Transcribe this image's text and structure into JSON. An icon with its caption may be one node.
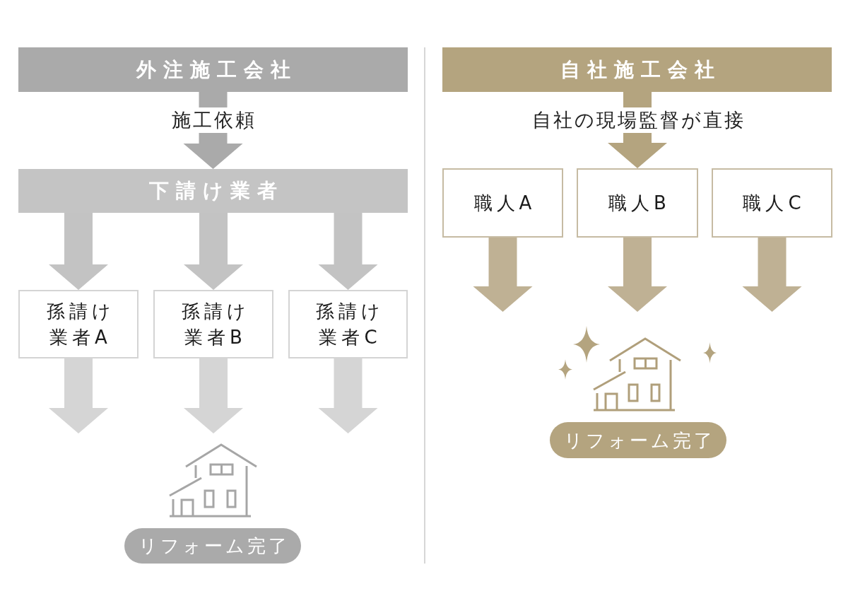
{
  "diagram": {
    "nodes": [
      {
        "text": [
          "外注施工会社"
        ]
      },
      {
        "text": [
          "下請け業者"
        ]
      },
      {
        "text": [
          "孫請け業者A"
        ]
      },
      {
        "text": [
          "孫請け業者B"
        ]
      },
      {
        "text": [
          "孫請け業者C"
        ]
      },
      {
        "text": [],
        "shape": "picture"
      },
      {
        "text": [
          "リフォーム完了"
        ]
      },
      {
        "text": [
          "自社施工会社"
        ]
      },
      {
        "text": [
          "職人A"
        ]
      },
      {
        "text": [
          "職人B"
        ]
      },
      {
        "text": [
          "職人C"
        ]
      },
      {
        "text": [],
        "shape": "picture"
      },
      {
        "text": [
          "リフォーム完了"
        ]
      }
    ],
    "edges": [
      {
        "from": 0,
        "to": 1,
        "arrow": "to",
        "label": "施工依頼",
        "color": "#aaaaaa"
      },
      {
        "from": 1,
        "to": 2,
        "arrow": "to",
        "color": "#c3c3c3"
      },
      {
        "from": 1,
        "to": 3,
        "arrow": "to",
        "color": "#c3c3c3"
      },
      {
        "from": 1,
        "to": 4,
        "arrow": "to",
        "color": "#c3c3c3"
      },
      {
        "from": 2,
        "to": null,
        "arrow": "to",
        "color": "#d5d5d5"
      },
      {
        "from": 3,
        "to": null,
        "arrow": "to",
        "color": "#d5d5d5"
      },
      {
        "from": 4,
        "to": null,
        "arrow": "to",
        "color": "#d5d5d5"
      },
      {
        "from": 7,
        "to": 9,
        "arrow": "to",
        "label": "自社の現場監督が直接",
        "color": "#b4a47f"
      },
      {
        "from": 8,
        "to": null,
        "arrow": "to",
        "color": "#bfb194"
      },
      {
        "from": 9,
        "to": null,
        "arrow": "to",
        "color": "#bfb194"
      },
      {
        "from": 10,
        "to": null,
        "arrow": "to",
        "color": "#bfb194"
      }
    ]
  }
}
